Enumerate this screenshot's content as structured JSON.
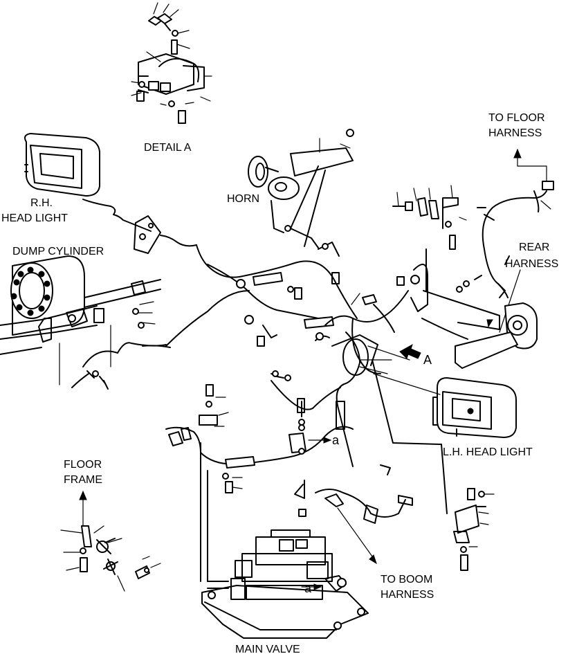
{
  "labels": {
    "detail_a": "DETAIL A",
    "to_floor_harness_1": "TO FLOOR",
    "to_floor_harness_2": "HARNESS",
    "rh_head_light_1": "R.H.",
    "rh_head_light_2": "HEAD LIGHT",
    "horn": "HORN",
    "dump_cylinder": "DUMP CYLINDER",
    "rear_harness_1": "REAR",
    "rear_harness_2": "HARNESS",
    "view_a": "A",
    "lh_head_light": "L.H. HEAD LIGHT",
    "callout_a_upper": "a",
    "callout_a_lower": "a",
    "floor_frame_1": "FLOOR",
    "floor_frame_2": "FRAME",
    "to_boom_harness_1": "TO BOOM",
    "to_boom_harness_2": "HARNESS",
    "main_valve": "MAIN VALVE"
  },
  "icons": {
    "leader_arrow": "arrow-icon",
    "view_arrow": "view-direction-arrow-icon"
  }
}
